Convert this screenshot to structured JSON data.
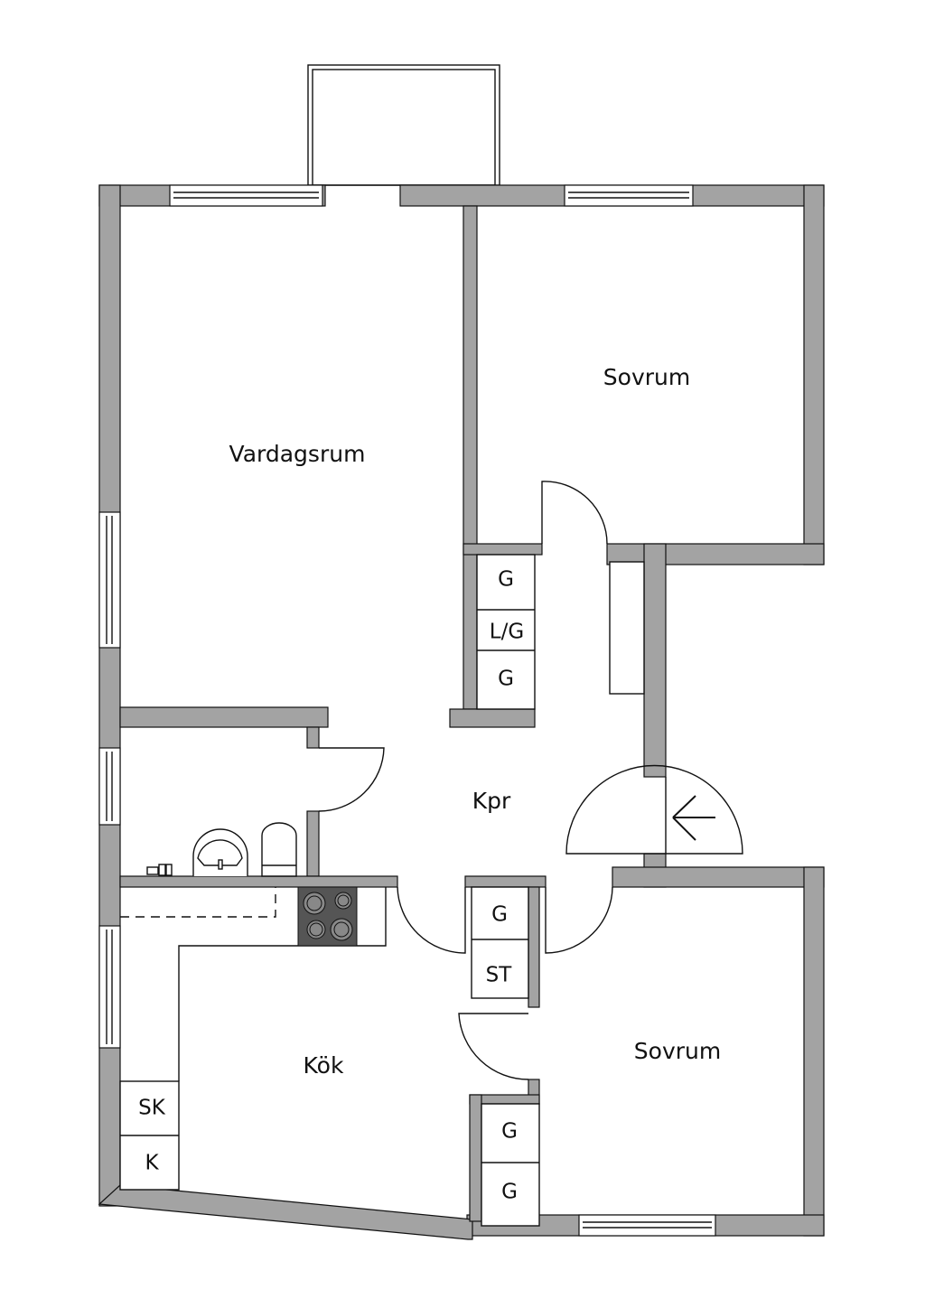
{
  "rooms": {
    "living_room": "Vardagsrum",
    "bedroom_top": "Sovrum",
    "hallway": "Kpr",
    "kitchen": "Kök",
    "bedroom_bottom": "Sovrum"
  },
  "storage": {
    "top_closet_1": "G",
    "top_closet_2": "L/G",
    "top_closet_3": "G",
    "hall_closet_1": "G",
    "hall_closet_2": "ST",
    "bedroom_closet_1": "G",
    "bedroom_closet_2": "G",
    "kitchen_unit_1": "SK",
    "kitchen_unit_2": "K"
  },
  "colors": {
    "wall": "#a3a3a3",
    "stove": "#555555"
  }
}
